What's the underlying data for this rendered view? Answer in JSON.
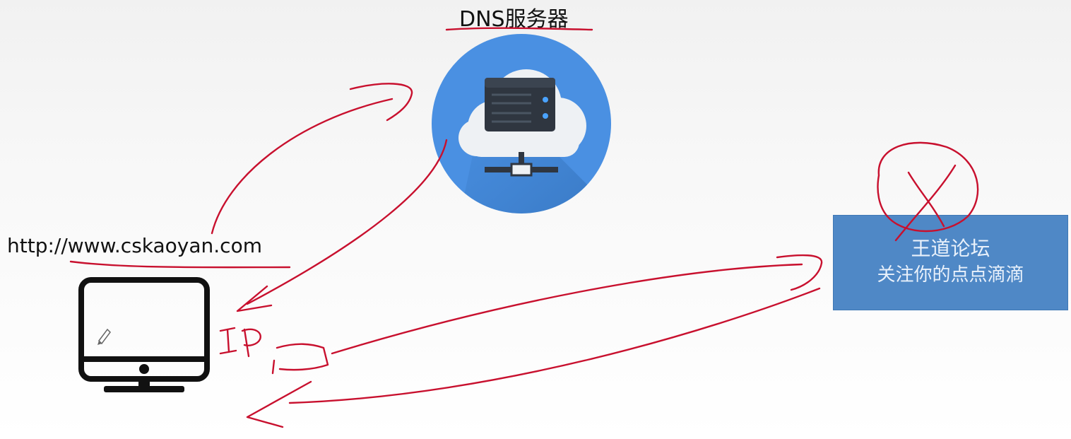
{
  "dns_server": {
    "label": "DNS服务器",
    "icon": "cloud-server-icon",
    "circle_color": "#4a90e2"
  },
  "client": {
    "url": "http://www.cskaoyan.com",
    "icon": "desktop-computer-icon"
  },
  "web_server": {
    "title": "王道论坛",
    "subtitle": "关注你的点点滴滴",
    "color": "#4f88c6"
  },
  "annotations": {
    "ink_color": "#c8102e",
    "handwritten_label": "IP"
  }
}
